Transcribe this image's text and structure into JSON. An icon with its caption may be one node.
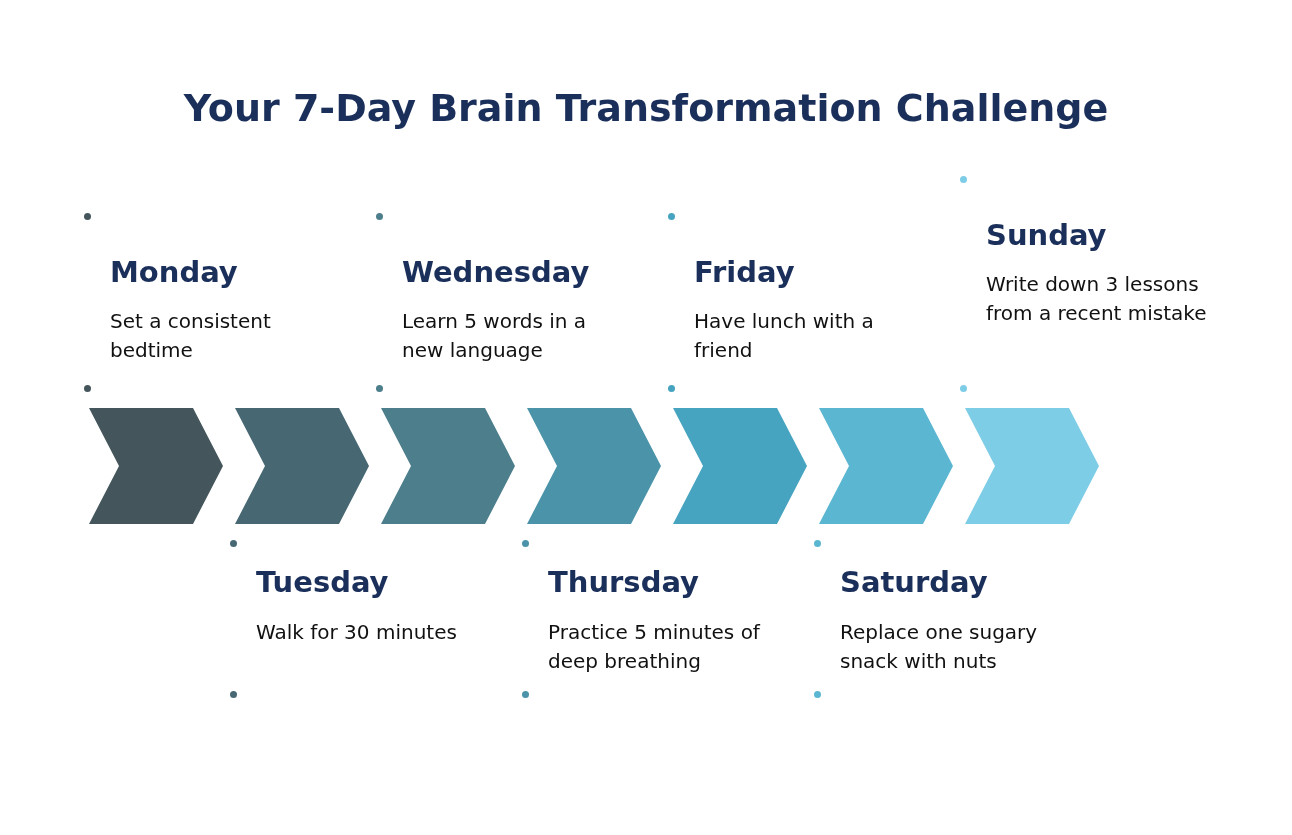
{
  "diagram": {
    "title": "Your 7-Day Brain Transformation Challenge",
    "nodes": [
      {
        "text": [],
        "shape": "chevron",
        "beside": [
          "Monday",
          "Set a consistent bedtime"
        ]
      },
      {
        "text": [],
        "shape": "chevron",
        "beside": [
          "Tuesday",
          "Walk for 30 minutes"
        ]
      },
      {
        "text": [],
        "shape": "chevron",
        "beside": [
          "Wednesday",
          "Learn 5 words in a new language"
        ]
      },
      {
        "text": [],
        "shape": "chevron",
        "beside": [
          "Thursday",
          "Practice 5 minutes of deep breathing"
        ]
      },
      {
        "text": [],
        "shape": "chevron",
        "beside": [
          "Friday",
          "Have lunch with a friend"
        ]
      },
      {
        "text": [],
        "shape": "chevron",
        "beside": [
          "Saturday",
          "Replace one sugary snack with nuts"
        ]
      },
      {
        "text": [],
        "shape": "chevron",
        "beside": [
          "Sunday",
          "Write down 3 lessons from a recent mistake"
        ]
      }
    ]
  }
}
